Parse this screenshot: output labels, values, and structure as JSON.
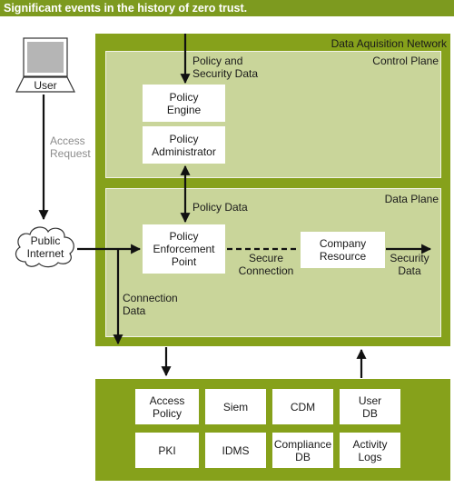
{
  "title": "Significant events in the history of zero trust.",
  "network_label": "Data Aquisition Network",
  "control_plane": {
    "label": "Control Plane",
    "incoming_label": "Policy and\nSecurity Data",
    "policy_engine": "Policy\nEngine",
    "policy_administrator": "Policy\nAdministrator"
  },
  "data_plane": {
    "label": "Data Plane",
    "policy_data_label": "Policy Data",
    "pep": "Policy\nEnforcement\nPoint",
    "company_resource": "Company\nResource",
    "secure_connection": "Secure\nConnection",
    "security_data": "Security\nData",
    "connection_data": "Connection\nData"
  },
  "user": {
    "label": "User",
    "access_request": "Access\nRequest"
  },
  "public_internet": "Public\nInternet",
  "data_sources": [
    "Access\nPolicy",
    "Siem",
    "CDM",
    "User\nDB",
    "PKI",
    "IDMS",
    "Compliance\nDB",
    "Activity\nLogs"
  ],
  "colors": {
    "title_bar": "#7d9a1f",
    "network": "#86a11b",
    "plane": "#c9d59a"
  }
}
